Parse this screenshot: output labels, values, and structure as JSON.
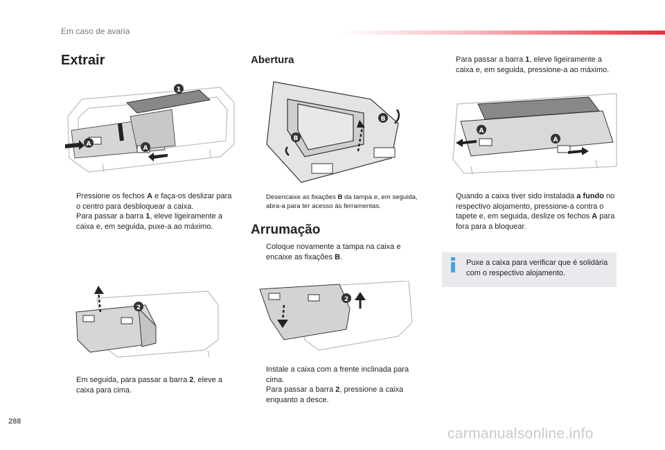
{
  "header": {
    "title": "Em caso de avaria"
  },
  "sections": {
    "extrair": {
      "title": "Extrair",
      "bullets": [
        {
          "pre": "Pressione os fechos ",
          "bold": "A",
          "post": " e faça-os deslizar para o centro para desbloquear a caixa."
        },
        {
          "pre": "Para passar a barra ",
          "bold": "1",
          "post": ", eleve ligeiramente a caixa e, em seguida, puxe-a ao máximo."
        }
      ],
      "bullets2": [
        {
          "pre": "Em seguida, para passar a barra ",
          "bold": "2",
          "post": ", eleve a caixa para cima."
        }
      ]
    },
    "abertura": {
      "title": "Abertura",
      "bullets": [
        {
          "pre": "Desencaixe as fixações ",
          "bold": "B",
          "post": " da tampa e, em seguida, abra-a para ter acesso às ferramentas."
        }
      ]
    },
    "arrumacao": {
      "title": "Arrumação",
      "bullets": [
        {
          "pre": "Coloque novamente a tampa na caixa e encaixe as fixações ",
          "bold": "B",
          "post": "."
        }
      ],
      "bullets2": [
        {
          "pre": "Instale a caixa com a frente inclinada para cima.",
          "bold": "",
          "post": ""
        },
        {
          "pre": "Para passar a barra ",
          "bold": "2",
          "post": ", pressione a caixa enquanto a desce."
        }
      ]
    },
    "right": {
      "bullets": [
        {
          "pre": "Para passar a barra ",
          "bold": "1",
          "post": ", eleve ligeiramente a caixa e, em seguida, pressione-a ao máximo."
        }
      ],
      "bullets2": [
        {
          "pre": "Quando a caixa tiver sido instalada ",
          "bold": "a fundo",
          "post": " no respectivo alojamento, pressione-a contra o tapete e, em seguida, deslize os fechos ",
          "bold2": "A",
          "post2": " para fora para a bloquear."
        }
      ],
      "info": "Puxe a caixa para verificar que é solidária com o respectivo alojamento."
    }
  },
  "labels": {
    "one": "1",
    "two": "2",
    "a": "A",
    "b": "B"
  },
  "bullet_mark": "",
  "page_number": "288",
  "watermark": "carmanualsonline.info",
  "colors": {
    "accent": "#e5333f",
    "info_icon": "#4aa3df",
    "info_bg": "#e9e9ee"
  }
}
